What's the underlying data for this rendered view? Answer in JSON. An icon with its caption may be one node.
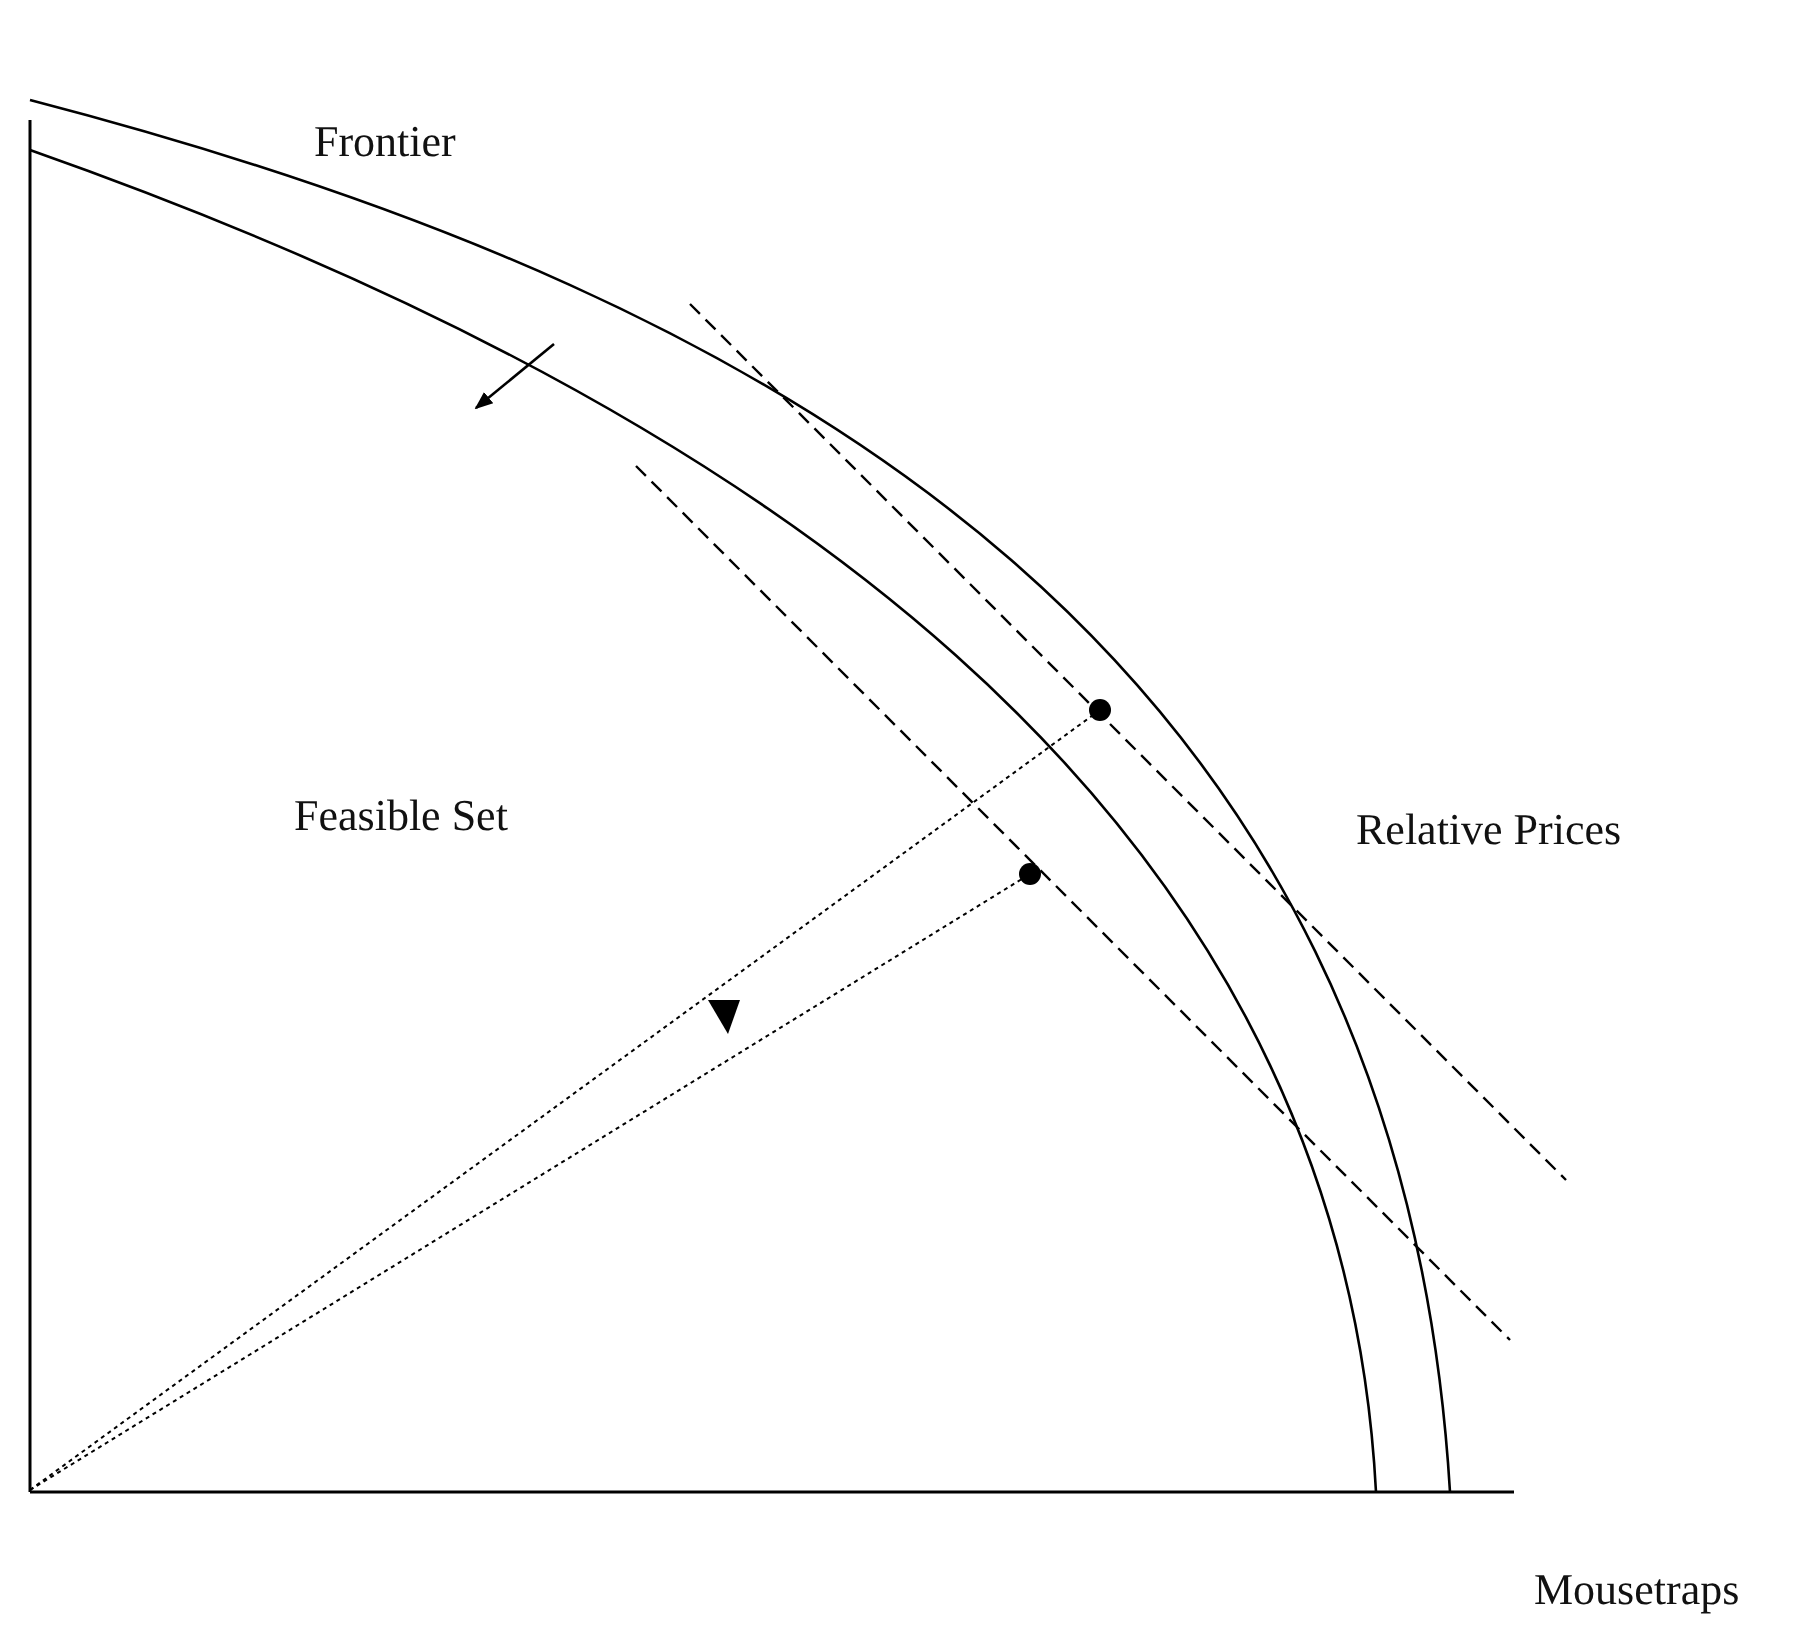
{
  "diagram": {
    "labels": [
      "Frontier",
      "Feasible Set",
      "Relative Prices",
      "Mousetraps"
    ]
  }
}
